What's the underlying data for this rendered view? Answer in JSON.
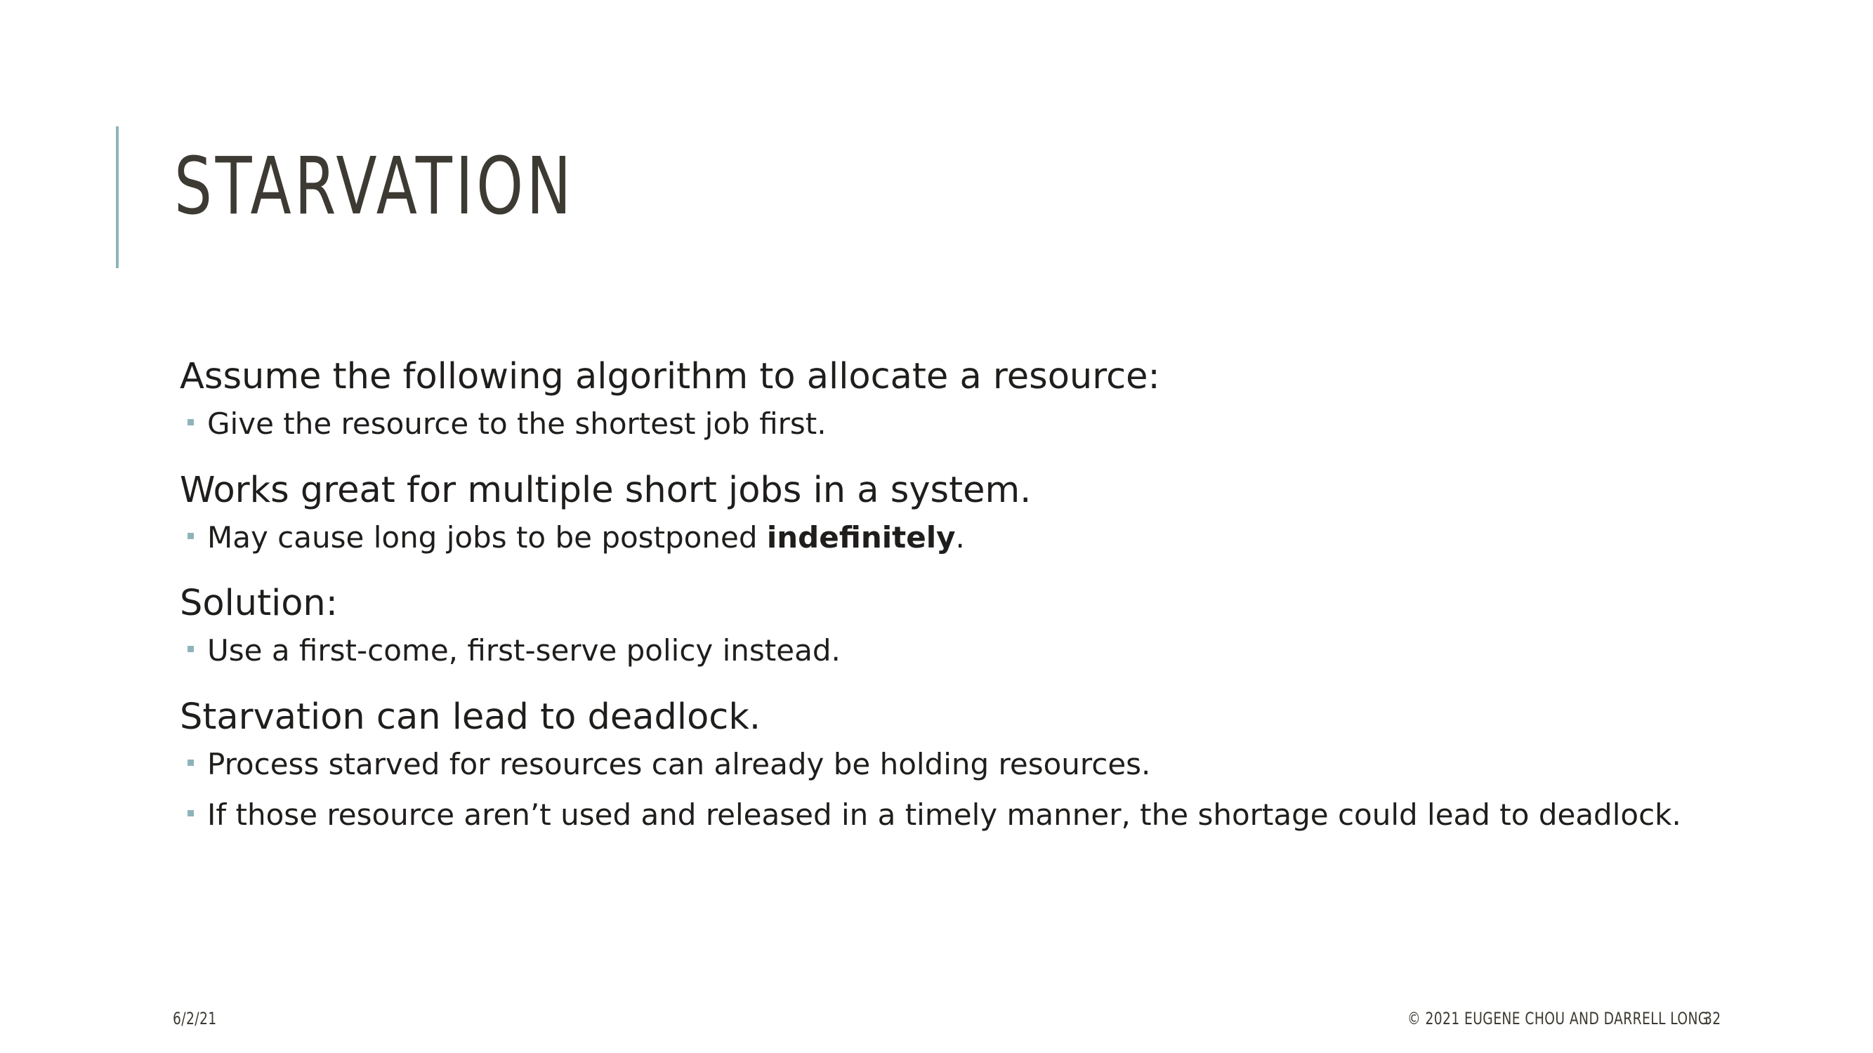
{
  "slide": {
    "title": "Starvation",
    "blocks": [
      {
        "heading": "Assume the following algorithm to allocate a resource:",
        "bullets": [
          {
            "text": "Give the resource to the shortest job first."
          }
        ]
      },
      {
        "heading": "Works great for multiple short jobs in a system.",
        "bullets": [
          {
            "before": "May cause long jobs to be postponed ",
            "bold": "indefinitely",
            "after": "."
          }
        ]
      },
      {
        "heading": "Solution:",
        "bullets": [
          {
            "text": "Use a first-come, first-serve policy instead."
          }
        ]
      },
      {
        "heading": "Starvation can lead to deadlock.",
        "bullets": [
          {
            "text": "Process starved for resources can already be holding resources."
          },
          {
            "text": "If those resource aren’t used and released in a timely manner, the shortage could lead to deadlock."
          }
        ]
      }
    ]
  },
  "footer": {
    "date": "6/2/21",
    "copyright": "© 2021 EUGENE CHOU AND DARRELL LONG",
    "page_number": "32"
  },
  "colors": {
    "accent": "#8fb3bb",
    "title": "#3c3a32",
    "body_text": "#1f1e1c"
  }
}
